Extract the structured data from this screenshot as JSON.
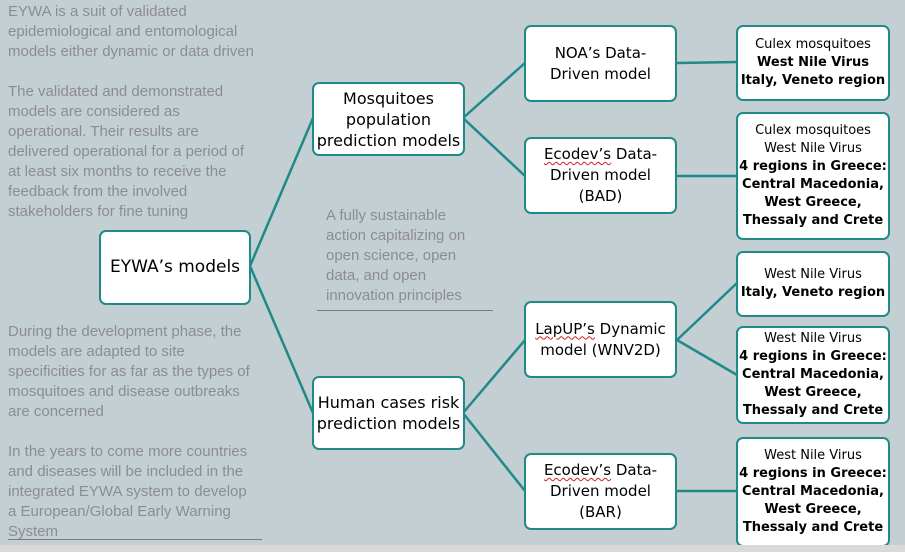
{
  "left_text": {
    "p1": [
      "EYWA is a suit of validated",
      "epidemiological and entomological",
      "models either dynamic or data driven"
    ],
    "p2": [
      "The validated and demonstrated",
      "models are considered as",
      "operational. Their results are",
      "delivered operational for a period of",
      "at least six months to receive the",
      "feedback from the involved",
      "stakeholders for fine tuning"
    ],
    "p3": [
      "During the development phase, the",
      "models are adapted to site",
      "specificities for as far as the types of",
      "mosquitoes and disease outbreaks",
      "are concerned"
    ],
    "p4": [
      "In the years to come more countries",
      "and diseases will be included in the",
      "integrated EYWA system to develop",
      "a European/Global Early Warning",
      "System"
    ]
  },
  "middle_text": [
    "A fully sustainable",
    "action capitalizing on",
    "open science, open",
    "data, and open",
    "innovation  principles"
  ],
  "root": {
    "label": "EYWA’s models"
  },
  "branches": [
    {
      "label": [
        "Mosquitoes",
        "population",
        "prediction models"
      ]
    },
    {
      "label": [
        "Human cases risk",
        "prediction models"
      ]
    }
  ],
  "models": [
    {
      "prefix": "NOA’s",
      "rest": " Data-",
      "lines": [
        "Driven model"
      ]
    },
    {
      "prefix": "Ecodev’s",
      "rest": " Data-",
      "lines": [
        "Driven model",
        "(BAD)"
      ]
    },
    {
      "prefix": "LapUP’s",
      "rest": " Dynamic",
      "lines": [
        "model (WNV2D)"
      ]
    },
    {
      "prefix": "Ecodev’s",
      "rest": " Data-",
      "lines": [
        "Driven model",
        "(BAR)"
      ]
    }
  ],
  "targets": [
    {
      "normal": [
        "Culex mosquitoes"
      ],
      "bold": [
        "West Nile Virus",
        "Italy, Veneto region"
      ]
    },
    {
      "normal": [
        "Culex mosquitoes",
        "West Nile Virus"
      ],
      "bold": [
        "4 regions in Greece:",
        "Central Macedonia,",
        "West Greece,",
        "Thessaly and Crete"
      ]
    },
    {
      "normal": [
        "West Nile Virus"
      ],
      "bold": [
        "Italy, Veneto region"
      ]
    },
    {
      "normal": [
        "West Nile Virus"
      ],
      "bold": [
        "4 regions in Greece:",
        "Central Macedonia,",
        "West Greece,",
        "Thessaly and Crete"
      ]
    },
    {
      "normal": [
        "West Nile Virus"
      ],
      "bold": [
        "4 regions in Greece:",
        "Central Macedonia,",
        "West Greece,",
        "Thessaly and Crete"
      ]
    }
  ],
  "colors": {
    "background": "#c3cfd3",
    "connector": "#1f8a88",
    "muted_text": "#8d8d8d"
  }
}
